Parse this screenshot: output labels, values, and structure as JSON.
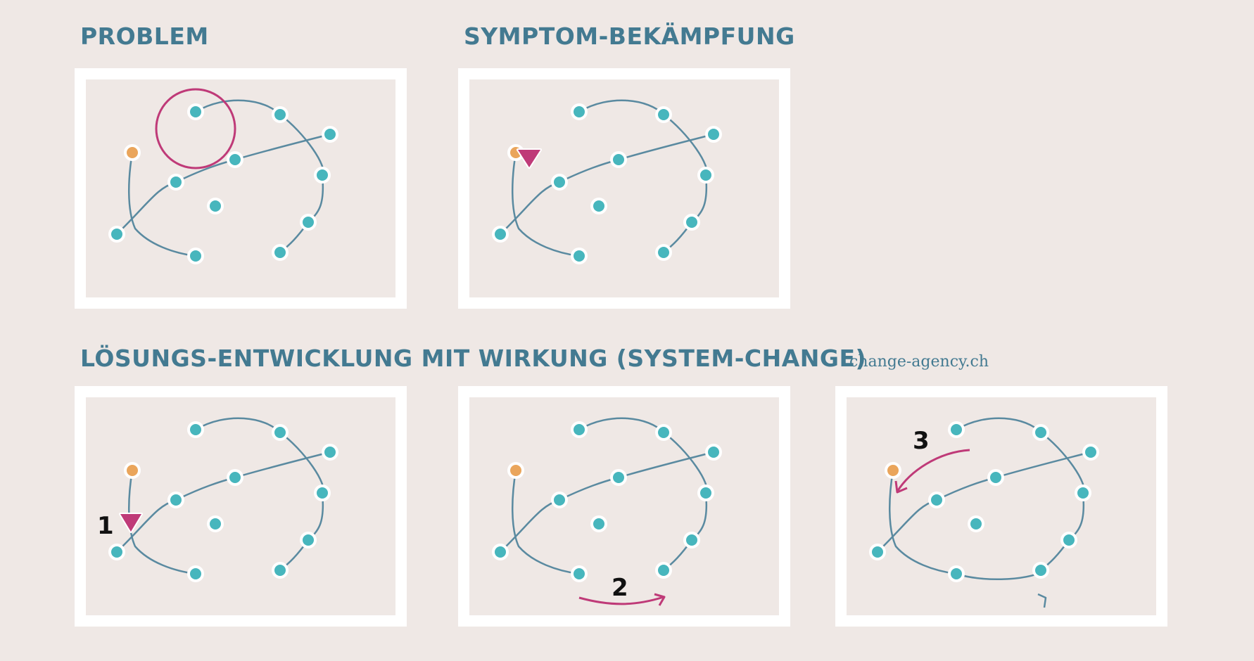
{
  "headings": {
    "problem": "PROBLEM",
    "symptom": "SYMPTOM-BEKÄMPFUNG",
    "solution": "LÖSUNGS-ENTWICKLUNG MIT WIRKUNG (SYSTEM-CHANGE)"
  },
  "site": "change-agency.ch",
  "steps": {
    "one": "1",
    "two": "2",
    "three": "3"
  },
  "colors": {
    "background": "#efe8e5",
    "frame": "#ffffff",
    "heading": "#437a91",
    "line": "#5a8aa0",
    "node": "#47b6bd",
    "source_node": "#eaa55b",
    "intervention": "#bf3a78"
  },
  "panels": [
    {
      "id": "problem",
      "intervention": "circle"
    },
    {
      "id": "symptom",
      "intervention": "triangle"
    },
    {
      "id": "solution-1",
      "intervention": "triangle-step-1"
    },
    {
      "id": "solution-2",
      "intervention": "arrow-step-2"
    },
    {
      "id": "solution-3",
      "intervention": "arrow-step-3"
    }
  ]
}
